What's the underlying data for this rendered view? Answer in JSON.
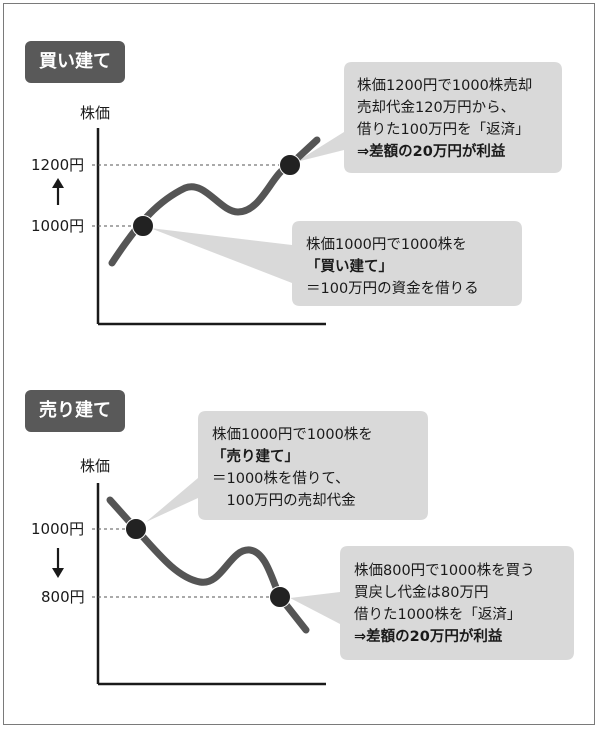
{
  "buy": {
    "title": "買い建て",
    "axis_label": "株価",
    "price_high": "1200円",
    "price_low": "1000円",
    "callout_sell": [
      {
        "text": "株価1200円で1000株売却",
        "bold": false
      },
      {
        "text": "売却代金120万円から、",
        "bold": false
      },
      {
        "text": "借りた100万円を「返済」",
        "bold": false
      },
      {
        "text": "⇒差額の20万円が利益",
        "bold": true
      }
    ],
    "callout_buy": [
      {
        "text": "株価1000円で1000株を",
        "bold": false
      },
      {
        "text": "「買い建て」",
        "bold": true
      },
      {
        "text": "＝100万円の資金を借りる",
        "bold": false
      }
    ]
  },
  "sell": {
    "title": "売り建て",
    "axis_label": "株価",
    "price_high": "1000円",
    "price_low": "800円",
    "callout_short": [
      {
        "text": "株価1000円で1000株を",
        "bold": false
      },
      {
        "text": "「売り建て」",
        "bold": true
      },
      {
        "text": "＝1000株を借りて、",
        "bold": false
      },
      {
        "text": "　100万円の売却代金",
        "bold": false
      }
    ],
    "callout_cover": [
      {
        "text": "株価800円で1000株を買う",
        "bold": false
      },
      {
        "text": "買戻し代金は80万円",
        "bold": false
      },
      {
        "text": "借りた1000株を「返済」",
        "bold": false
      },
      {
        "text": "⇒差額の20万円が利益",
        "bold": true
      }
    ]
  },
  "colors": {
    "curve": "#555555",
    "bubble": "#d9d9d9",
    "pill": "#595959",
    "dot": "#222222"
  }
}
